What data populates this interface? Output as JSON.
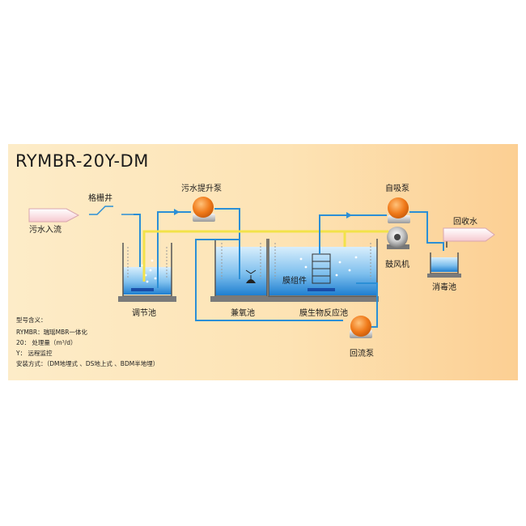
{
  "title": "RYMBR-20Y-DM",
  "labels": {
    "inflow": "污水入流",
    "grating": "格栅井",
    "lift_pump": "污水提升泵",
    "regulating_tank": "调节池",
    "anoxic_tank": "兼氧池",
    "mbr_tank": "膜生物反应池",
    "membrane_module": "膜组件",
    "self_priming_pump": "自吸泵",
    "blower": "鼓风机",
    "disinfection_tank": "消毒池",
    "reclaimed_water": "回收水",
    "return_pump": "回流泵"
  },
  "spec": {
    "heading": "型号含义：",
    "lines": [
      "RYMBR：瑞瑶MBR一体化",
      "20：  处理量（m³/d）",
      "Y：   远程监控",
      "安装方式：（DM地埋式 、DS地上式 、BDM半地埋）"
    ]
  },
  "colors": {
    "panel": "#fde3b4",
    "pipe_blue": "#2b8fd6",
    "pipe_yellow": "#f2e24a",
    "pump_orange": "#f07a1a",
    "water_top": "#cfe9fb",
    "water_bottom": "#1f7fd0"
  }
}
